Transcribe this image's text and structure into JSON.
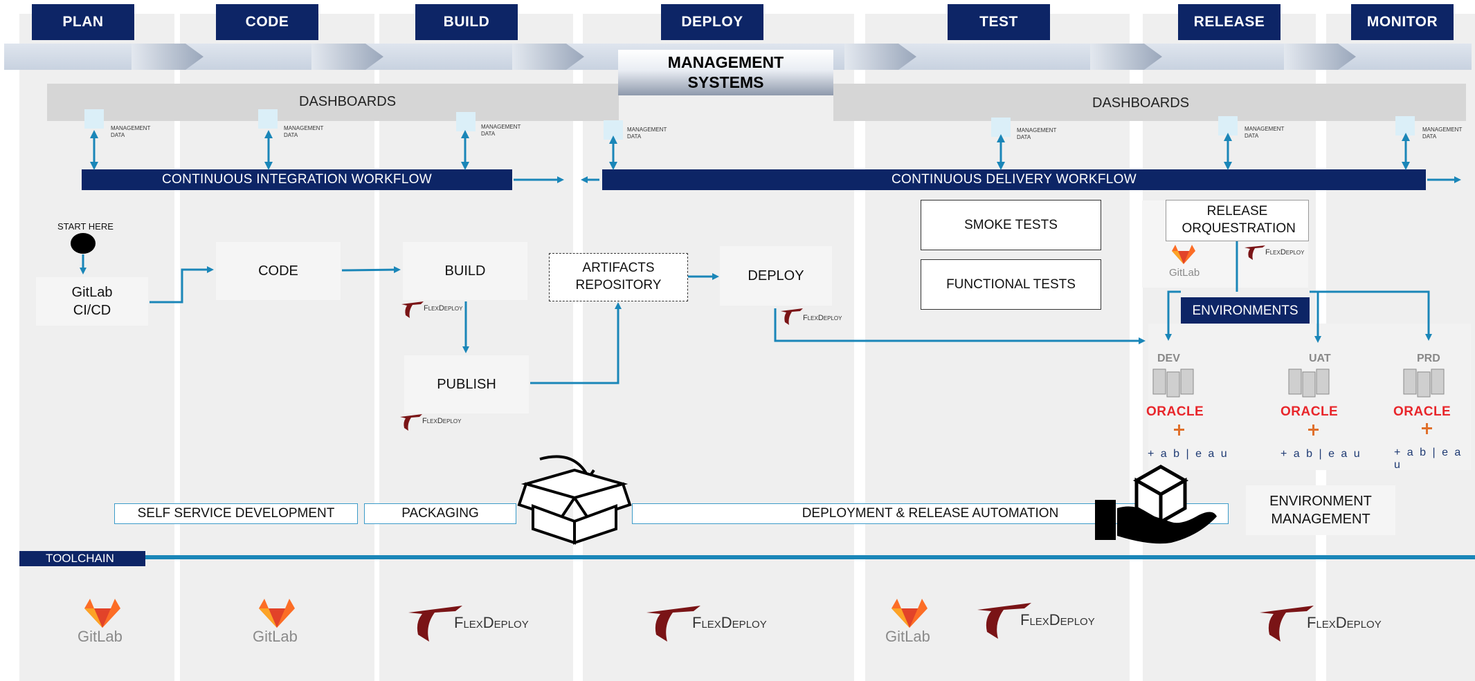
{
  "stages": [
    "PLAN",
    "CODE",
    "BUILD",
    "DEPLOY",
    "TEST",
    "RELEASE",
    "MONITOR"
  ],
  "management_systems": "MANAGEMENT SYSTEMS",
  "dashboards": [
    "DASHBOARDS",
    "DASHBOARDS"
  ],
  "management_data_label": "MANAGEMENT DATA",
  "workflows": {
    "ci": "CONTINUOUS INTEGRATION WORKFLOW",
    "cd": "CONTINUOUS DELIVERY WORKFLOW"
  },
  "start_here": "START HERE",
  "process": {
    "gitlab_cicd": "GitLab CI/CD",
    "code": "CODE",
    "build": "BUILD",
    "publish": "PUBLISH",
    "artifacts": "ARTIFACTS REPOSITORY",
    "deploy": "DEPLOY",
    "smoke_tests": "SMOKE TESTS",
    "functional_tests": "FUNCTIONAL TESTS",
    "release_orchestration": "RELEASE ORQUESTRATION",
    "environments": "ENVIRONMENTS"
  },
  "environments": [
    "DEV",
    "UAT",
    "PRD"
  ],
  "oracle": "ORACLE",
  "tableau": "+ a b | e a u",
  "flexdeploy": "FlexDeploy",
  "gitlab": "GitLab",
  "capabilities": {
    "self_service": "SELF SERVICE DEVELOPMENT",
    "packaging": "PACKAGING",
    "deploy_release": "DEPLOYMENT & RELEASE AUTOMATION",
    "env_mgmt": "ENVIRONMENT MANAGEMENT"
  },
  "toolchain": "TOOLCHAIN",
  "colors": {
    "navy": "#0d2566",
    "arrow": "#1a86b8",
    "column": "#efefef",
    "oracle_red": "#e8262b"
  }
}
